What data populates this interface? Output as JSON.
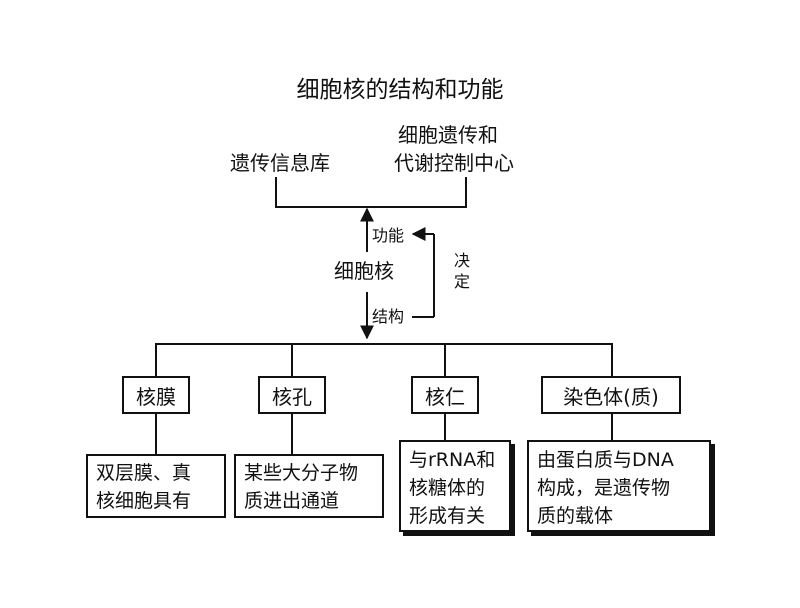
{
  "title": "细胞核的结构和功能",
  "top": {
    "left_label": "遗传信息库",
    "right_label_line1": "细胞遗传和",
    "right_label_line2": "代谢控制中心"
  },
  "center": {
    "function_label": "功能",
    "nucleus_label": "细胞核",
    "structure_label": "结构",
    "decides_line1": "决",
    "decides_line2": "定"
  },
  "parts": [
    {
      "name": "核膜",
      "desc_line1": "双层膜、真",
      "desc_line2": "核细胞具有",
      "desc_line3": ""
    },
    {
      "name": "核孔",
      "desc_line1": "某些大分子物",
      "desc_line2": "质进出通道",
      "desc_line3": ""
    },
    {
      "name": "核仁",
      "desc_line1": "与rRNA和",
      "desc_line2": "核糖体的",
      "desc_line3": "形成有关"
    },
    {
      "name": "染色体(质)",
      "desc_line1": "由蛋白质与DNA",
      "desc_line2": "构成，是遗传物",
      "desc_line3": "质的载体"
    }
  ]
}
